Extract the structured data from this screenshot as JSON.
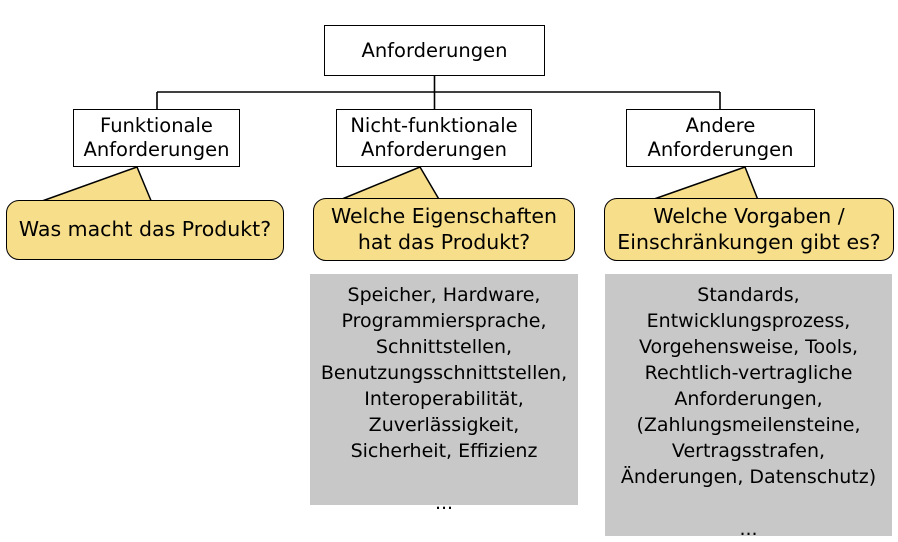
{
  "diagram": {
    "title": "Anforderungen Klassifikation",
    "colors": {
      "callout_fill": "#f7de8b",
      "detail_fill": "#c8c8c8",
      "node_fill": "#ffffff",
      "stroke": "#000000"
    },
    "root": {
      "label": "Anforderungen"
    },
    "branches": [
      {
        "id": "functional",
        "label": "Funktionale\nAnforderungen",
        "callout": "Was macht das Produkt?",
        "detail": null
      },
      {
        "id": "nonfunctional",
        "label": "Nicht-funktionale\nAnforderungen",
        "callout": "Welche Eigenschaften\nhat das Produkt?",
        "detail": "Speicher, Hardware,\nProgrammiersprache,\nSchnittstellen,\nBenutzungsschnittstellen,\nInteroperabilität,\nZuverlässigkeit,\nSicherheit, Effizienz\n\n..."
      },
      {
        "id": "other",
        "label": "Andere\nAnforderungen",
        "callout": "Welche Vorgaben /\nEinschränkungen gibt es?",
        "detail": "Standards,\nEntwicklungsprozess,\nVorgehensweise, Tools,\nRechtlich-vertragliche\nAnforderungen,\n(Zahlungsmeilensteine,\nVertragsstrafen,\nÄnderungen, Datenschutz)\n\n..."
      }
    ]
  }
}
